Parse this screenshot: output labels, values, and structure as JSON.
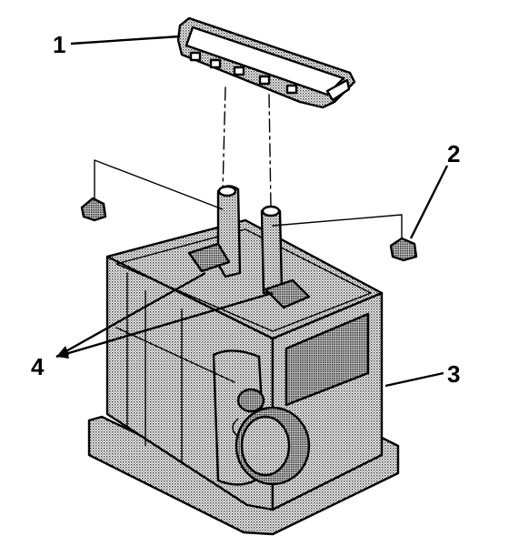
{
  "callouts": {
    "c1": "1",
    "c2": "2",
    "c3": "3",
    "c4": "4"
  },
  "colors": {
    "outline": "#000000",
    "stipple": "#9a9a9a",
    "background": "#ffffff"
  }
}
